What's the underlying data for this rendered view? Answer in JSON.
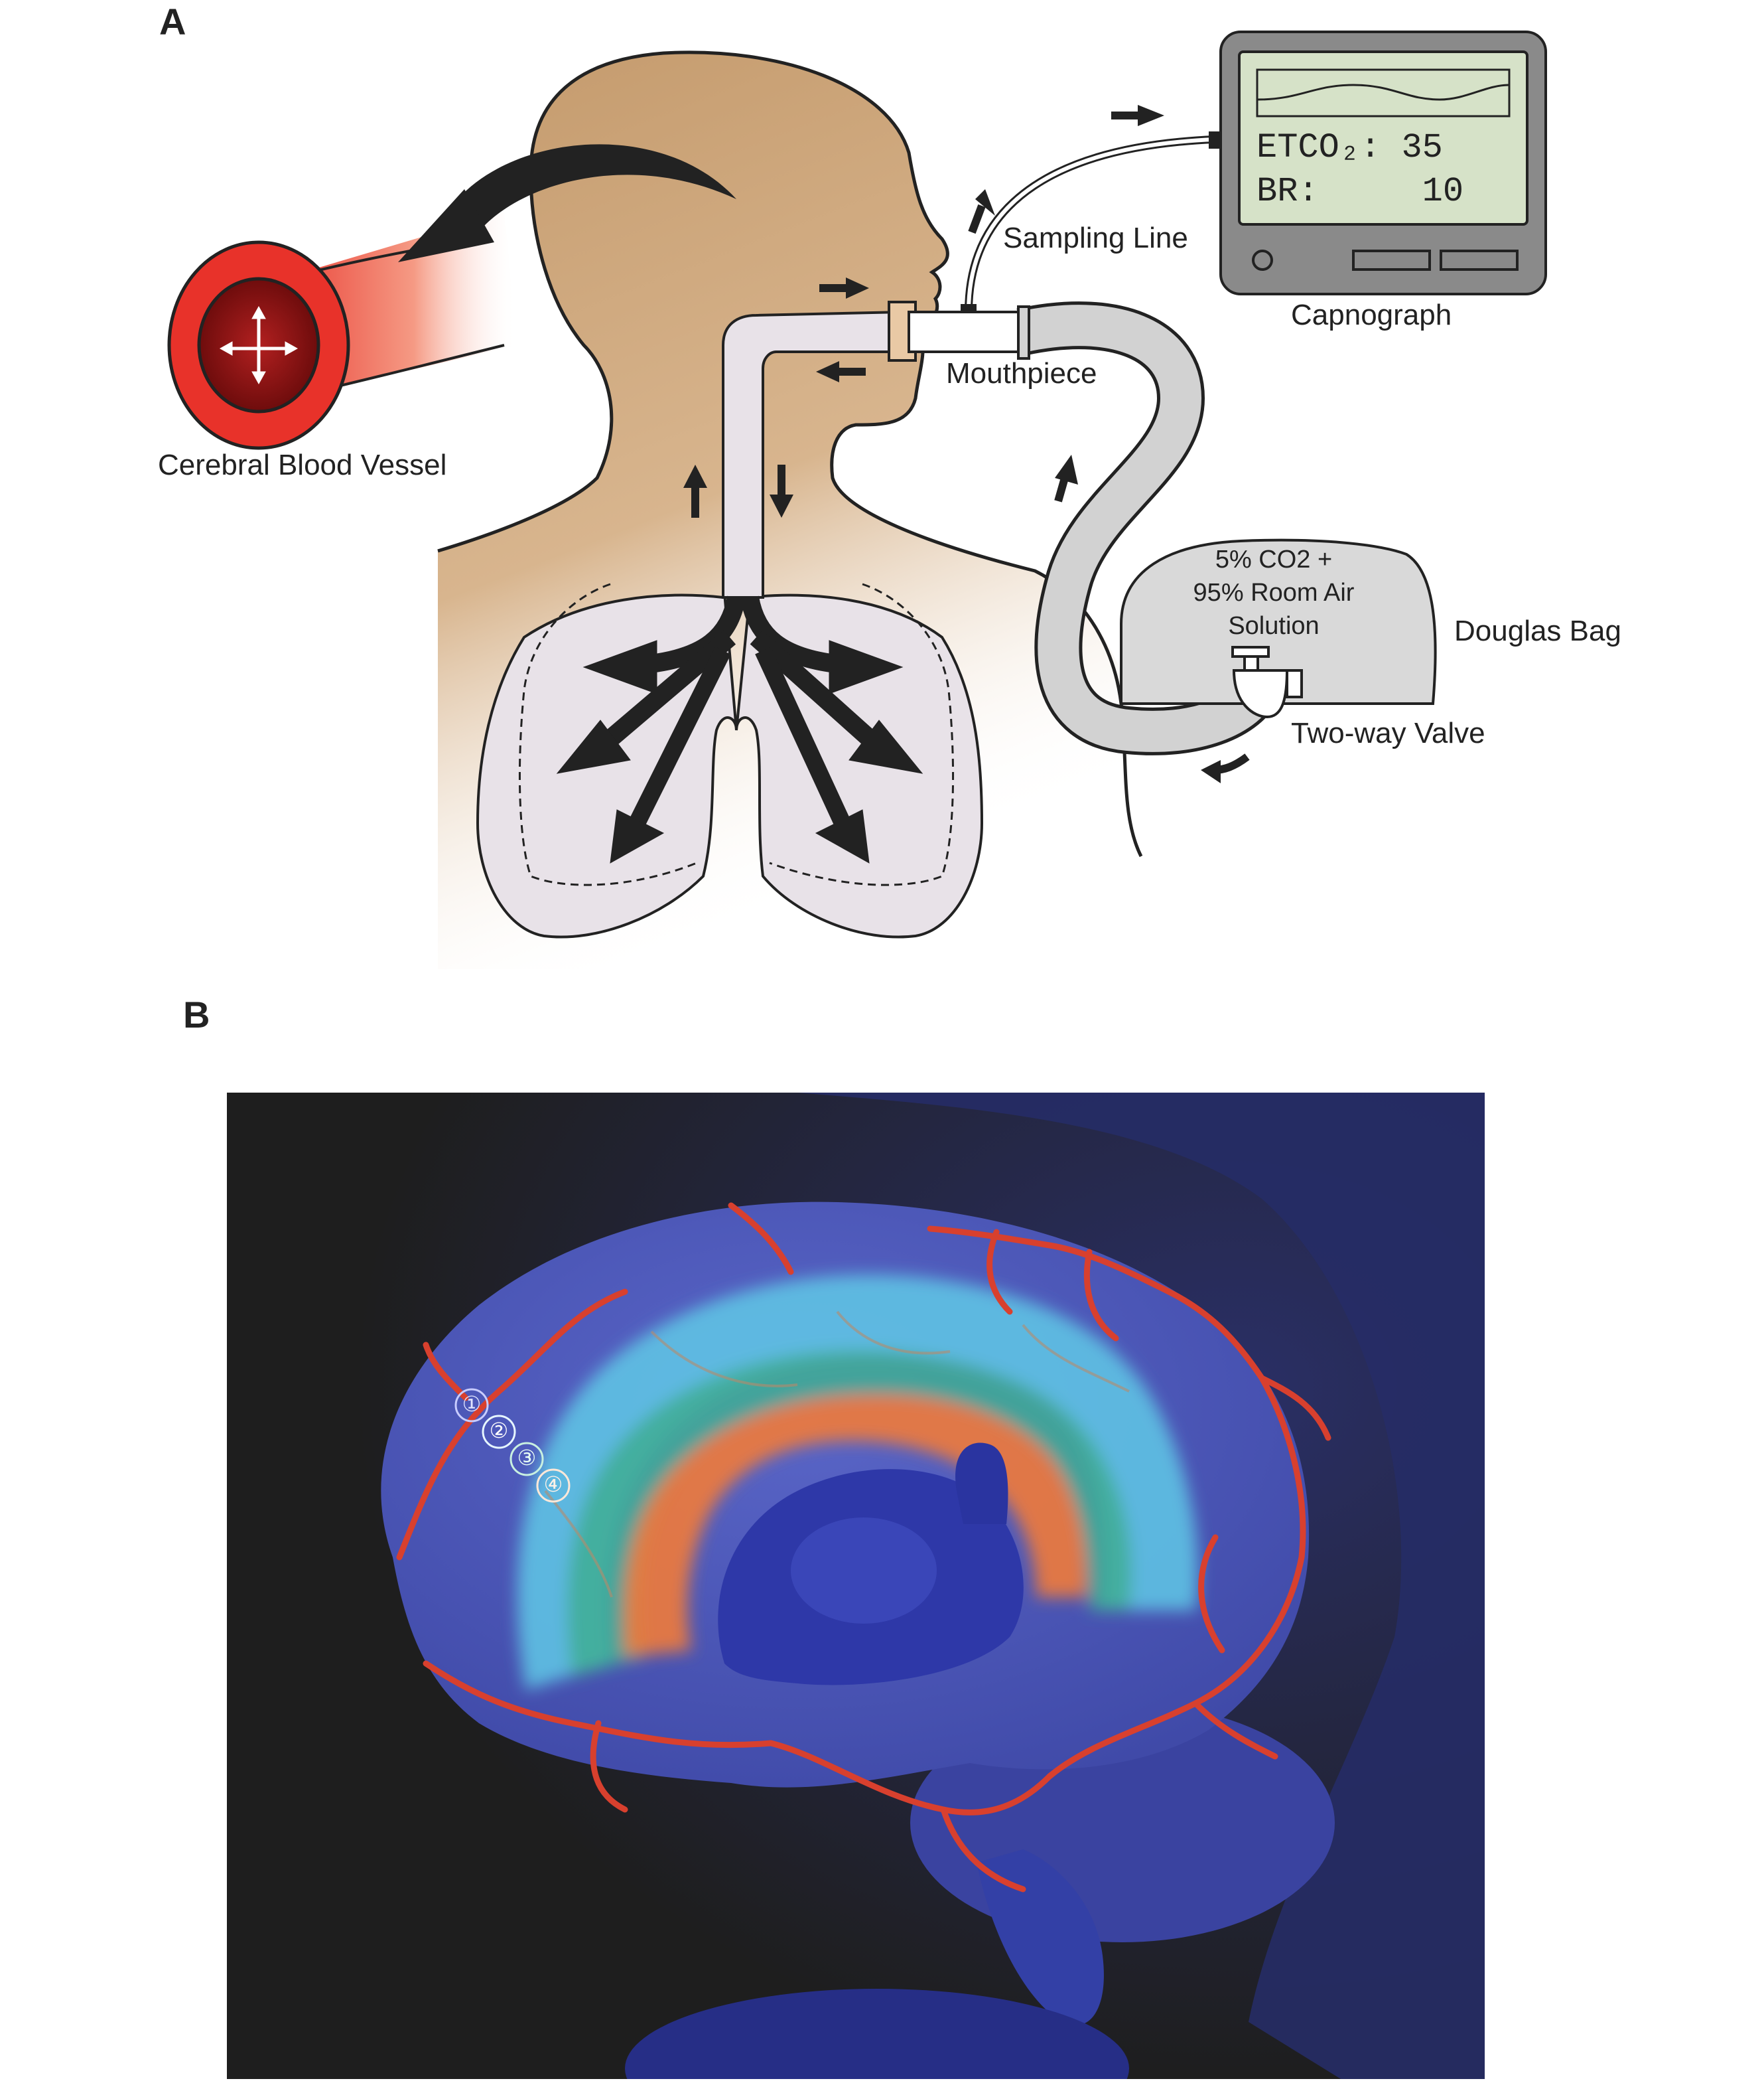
{
  "panel_a": {
    "label": "A",
    "cerebral_vessel_label": "Cerebral Blood Vessel",
    "sampling_line_label": "Sampling Line",
    "mouthpiece_label": "Mouthpiece",
    "capnograph": {
      "label": "Capnograph",
      "etco2_label": "ETCO₂:",
      "etco2_value": "35",
      "br_label": "BR:",
      "br_value": "10"
    },
    "douglas_bag": {
      "label": "Douglas Bag",
      "mix_line1": "5% CO2 +",
      "mix_line2": "95% Room Air",
      "mix_line3": "Solution"
    },
    "valve_label": "Two-way Valve"
  },
  "panel_b": {
    "label": "B",
    "regions": [
      "①",
      "②",
      "③",
      "④"
    ],
    "region_colors": [
      "#3f4fc4",
      "#5fc8e6",
      "#3fae94",
      "#f07a3a"
    ]
  },
  "colors": {
    "skin": "#c9a072",
    "lung_fill": "#e8e2e8",
    "arrow": "#222222",
    "vessel_red": "#e8322a",
    "capno_body": "#8a8a8a",
    "capno_screen": "#d6e2c8",
    "brain_blue": "#4a55b8",
    "panel_b_bg": "#1e1e1e"
  }
}
